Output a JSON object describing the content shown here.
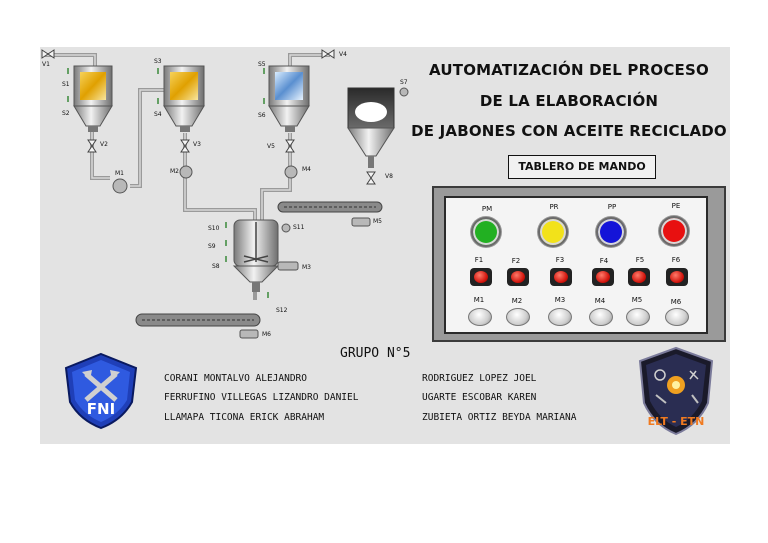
{
  "title": {
    "line1": "AUTOMATIZACIÓN DEL PROCESO",
    "line2": "DE LA ELABORACIÓN",
    "line3": "DE JABONES CON ACEITE RECICLADO"
  },
  "control_panel": {
    "heading": "TABLERO DE MANDO",
    "lamps": [
      {
        "label": "PM",
        "color": "#22b022"
      },
      {
        "label": "PR",
        "color": "#f2e21a"
      },
      {
        "label": "PP",
        "color": "#1414d8"
      },
      {
        "label": "PE",
        "color": "#e81010"
      }
    ],
    "fault_buttons": [
      "F1",
      "F2",
      "F3",
      "F4",
      "F5",
      "F6"
    ],
    "motor_buttons": [
      "M1",
      "M2",
      "M3",
      "M4",
      "M5",
      "M6"
    ]
  },
  "process": {
    "valves": [
      "V1",
      "V2",
      "V3",
      "V4",
      "V5",
      "V8"
    ],
    "sensors": [
      "S1",
      "S2",
      "S3",
      "S4",
      "S5",
      "S6",
      "S7",
      "S8",
      "S9",
      "S10",
      "S11",
      "S12"
    ],
    "motors": [
      "M1",
      "M2",
      "M3",
      "M4",
      "M5",
      "M6"
    ]
  },
  "group": {
    "title": "GRUPO N°5",
    "members_left": [
      "CORANI MONTALVO ALEJANDRO",
      "FERRUFINO VILLEGAS LIZANDRO DANIEL",
      "LLAMAPA TICONA ERICK ABRAHAM"
    ],
    "members_right": [
      "RODRIGUEZ LOPEZ JOEL",
      "UGARTE ESCOBAR KAREN",
      "ZUBIETA ORTIZ BEYDA MARIANA"
    ]
  },
  "logos": {
    "left_text": "FNI",
    "right_text": "ELT - ETN"
  },
  "colors": {
    "background": "#e3e3e3",
    "fault_red": "#d0120a",
    "logo_blue": "#1f3fb8"
  }
}
